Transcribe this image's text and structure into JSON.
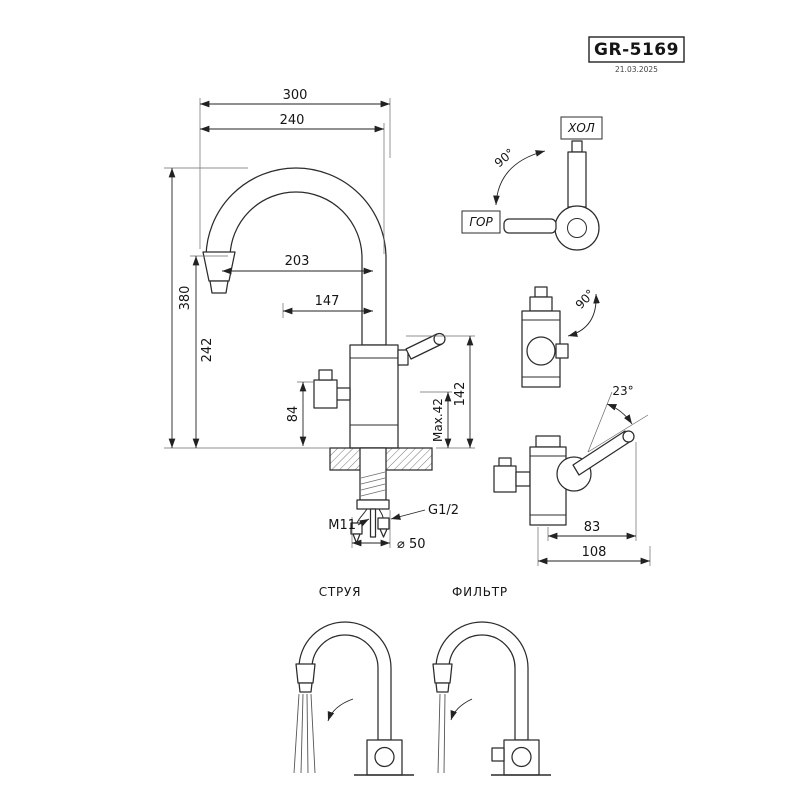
{
  "title_block": {
    "model": "GR-5169",
    "date": "21.03.2025"
  },
  "main_view": {
    "dim_300": "300",
    "dim_240": "240",
    "dim_380": "380",
    "dim_242": "242",
    "dim_203": "203",
    "dim_147": "147",
    "dim_84": "84",
    "dim_max42": "Max.42",
    "dim_142": "142",
    "label_g12": "G1/2",
    "label_m11": "M11",
    "label_d50": "⌀ 50"
  },
  "top_view": {
    "label_cold": "ХОЛ",
    "label_hot": "ГОР",
    "label_angle": "90°"
  },
  "valve_view": {
    "label_angle": "90°"
  },
  "side_view": {
    "label_angle": "23°",
    "dim_83": "83",
    "dim_108": "108"
  },
  "mode_views": {
    "label_stream": "СТРУЯ",
    "label_filter": "ФИЛЬТР"
  },
  "colors": {
    "line": "#2c2c2c",
    "background": "#ffffff"
  }
}
